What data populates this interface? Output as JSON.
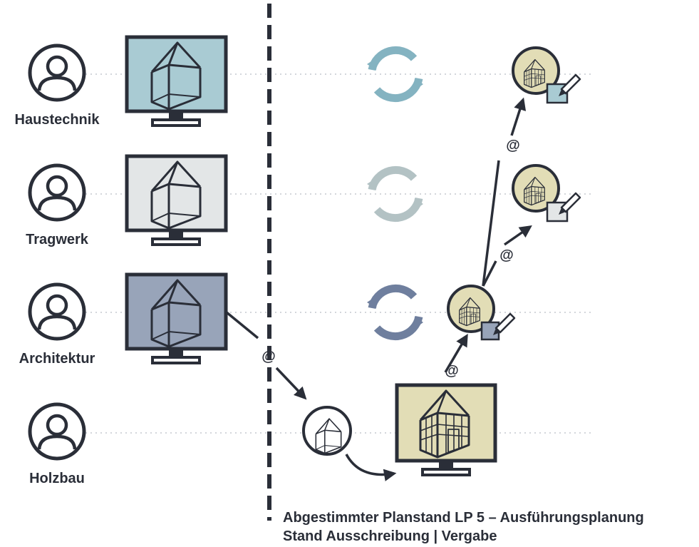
{
  "roles": [
    {
      "label": "Haustechnik",
      "color": "#a9cbd3"
    },
    {
      "label": "Tragwerk",
      "color": "#e3e6e7"
    },
    {
      "label": "Architektur",
      "color": "#98a4b9"
    },
    {
      "label": "Holzbau",
      "color": null
    }
  ],
  "sync_colors": [
    "#84b3c1",
    "#b3c2c4",
    "#6f7f9e"
  ],
  "at_symbol": "@",
  "caption": {
    "line1": "Abgestimmter Planstand LP 5 – Ausführungsplanung",
    "line2": "Stand Ausschreibung | Vergabe"
  },
  "colors": {
    "ink": "#2a2e38",
    "cream": "#e2ddb6",
    "dotted_line": "#d3d6db",
    "divider": "#2a2e38"
  },
  "icons": [
    "person-icon",
    "monitor-icon",
    "building-icon",
    "sync-icon",
    "edit-pencil-icon",
    "arrow-icon"
  ]
}
